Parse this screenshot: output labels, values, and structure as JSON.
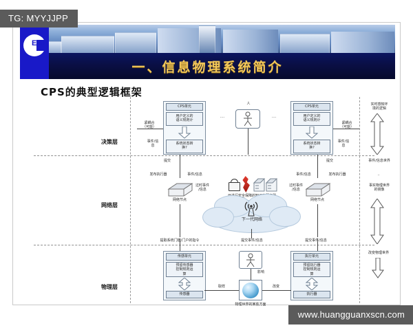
{
  "overlay": {
    "tag": "TG: MYYJJPP",
    "watermark": "www.huangguanxscn.com",
    "tag_bg": "#5b5b5b"
  },
  "header": {
    "logo_text": "ESI",
    "title": "一、信息物理系统简介",
    "title_color": "#f2c75a",
    "banner_bg": "#06092c"
  },
  "diagram": {
    "title": "CPS的典型逻辑框架",
    "layers": [
      {
        "name": "decision",
        "label": "决策层"
      },
      {
        "name": "network",
        "label": "网络层"
      },
      {
        "name": "physical",
        "label": "物理层"
      }
    ],
    "cps_unit_left": {
      "header": "CPS单元",
      "rule_box": "用户定义的\n语义规则计",
      "state_box": "系统状态转\n换?"
    },
    "cps_unit_right": {
      "header": "CPS单元",
      "rule_box": "用户定义的\n语义规则计",
      "state_box": "系统状态转\n换?"
    },
    "human": {
      "label": "人"
    },
    "decision_labels": {
      "coupling_left": "紧耦合\n（可能）",
      "coupling_right": "紧耦合\n（可能）",
      "event_info_left": "事件/信\n息",
      "event_info_right": "事件/信\n息",
      "submit_left": "提交",
      "submit_right": "提交",
      "publish_left": "发布执行器",
      "publish_right": "发布执行器",
      "event_info_mid_left": "事件/信息",
      "event_info_mid_right": "事件/信息",
      "stale_left": "过时事件\n/信息",
      "stale_right": "过时事件\n/信息"
    },
    "network_labels": {
      "node_left": "网络节点",
      "node_right": "网络节点",
      "kb_server": "已进行安全保障的知识库服务器",
      "cloud": "下一代网络",
      "submit_event": "提交事件/信息",
      "fetch_left": "提取系统门槛/门户的指令",
      "fetch_right": "提交事件/信息"
    },
    "physical_labels": {
      "sensor_unit_header": "传感单元",
      "sensor_unit_body": "预留传感器\n控制规则运\n算",
      "sensor_unit_foot": "传感器",
      "actuator_unit_header": "执行单元",
      "actuator_unit_body": "预留执行器\n控制规则运\n算",
      "actuator_unit_foot": "执行器",
      "world": "物理世界的某些方面",
      "sample": "取样",
      "change": "改变",
      "affect": "影响"
    },
    "right_annotations": {
      "realtime": "实时感知环\n境的逻辑",
      "event_world": "事件/信息世界",
      "mirror": "事实物理世界\n的镜像",
      "change_world": "改变物理世界"
    }
  }
}
